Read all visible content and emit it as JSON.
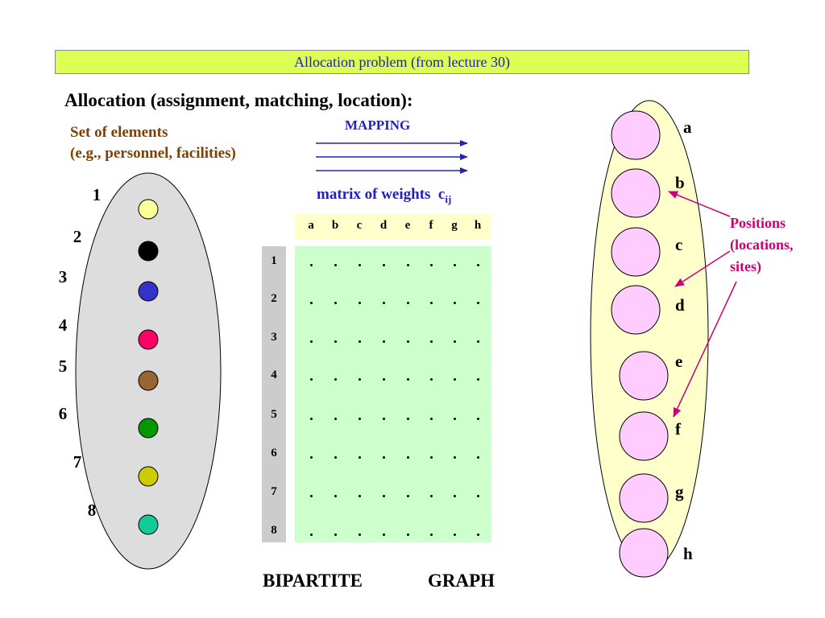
{
  "title": "Allocation problem (from lecture 30)",
  "heading": "Allocation (assignment, matching, location):",
  "left_set": {
    "label_line1": "Set of elements",
    "label_line2": "(e.g., personnel, facilities)",
    "elements": [
      {
        "label": "1",
        "color": "#ffff99"
      },
      {
        "label": "2",
        "color": "#000000"
      },
      {
        "label": "3",
        "color": "#3333cc"
      },
      {
        "label": "4",
        "color": "#ff0066"
      },
      {
        "label": "5",
        "color": "#996633"
      },
      {
        "label": "6",
        "color": "#009900"
      },
      {
        "label": "7",
        "color": "#cccc00"
      },
      {
        "label": "8",
        "color": "#11cc99"
      }
    ]
  },
  "mapping": {
    "label": "MAPPING",
    "matrix_label": "matrix of weights",
    "matrix_symbol": "c",
    "matrix_subscript": "ij"
  },
  "matrix": {
    "columns": [
      "a",
      "b",
      "c",
      "d",
      "e",
      "f",
      "g",
      "h"
    ],
    "rows": [
      "1",
      "2",
      "3",
      "4",
      "5",
      "6",
      "7",
      "8"
    ],
    "cell": "."
  },
  "right_set": {
    "positions": [
      "a",
      "b",
      "c",
      "d",
      "e",
      "f",
      "g",
      "h"
    ],
    "label_line1": "Positions",
    "label_line2": "(locations,",
    "label_line3": "sites)"
  },
  "footer": {
    "word1": "BIPARTITE",
    "word2": "GRAPH"
  },
  "colors": {
    "title_bg": "#ddff55",
    "left_ellipse": "#dddddd",
    "right_ellipse": "#ffffcc",
    "position_circle": "#ffccff",
    "mapping_blue": "#2222bb",
    "positions_magenta": "#cc0077",
    "label_brown": "#804000"
  }
}
